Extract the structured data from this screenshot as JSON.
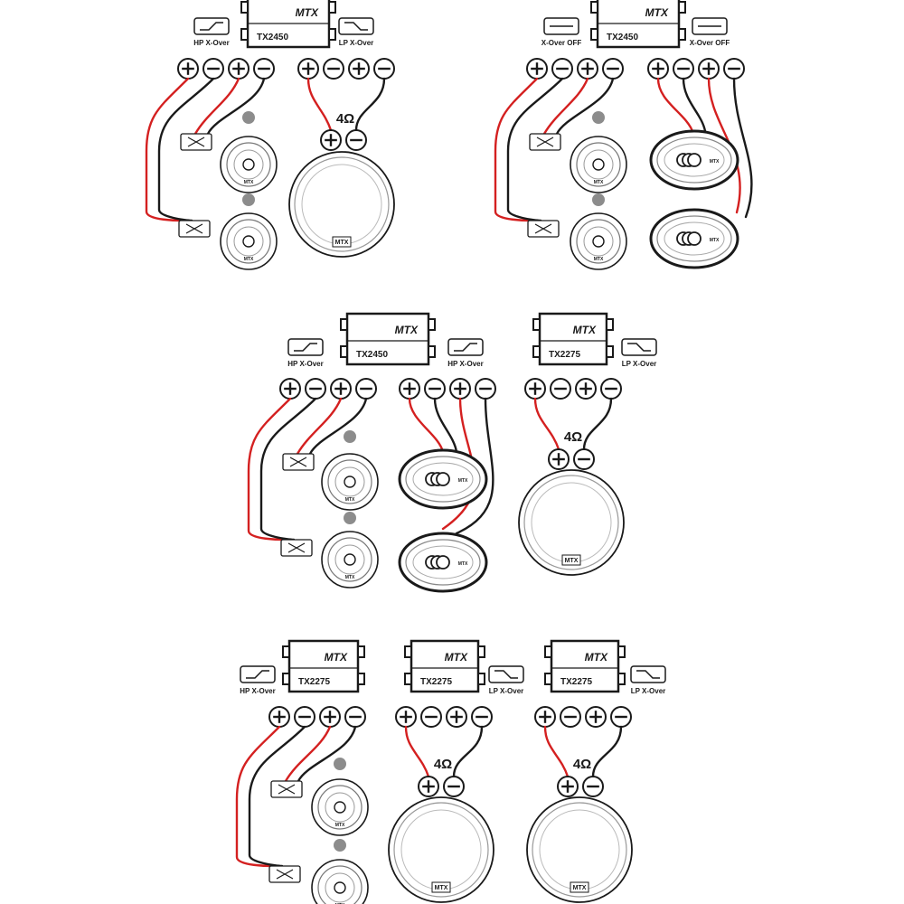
{
  "colors": {
    "ink": "#1a1a1a",
    "red_wire": "#d42020",
    "grey_dot": "#8c8c8c",
    "paper": "#ffffff"
  },
  "amp_brand": "MTX",
  "speaker_brand": "MTX",
  "impedance": "4Ω",
  "panels": [
    {
      "id": "panel-1",
      "amps": [
        {
          "model": "TX2450",
          "left_label": "HP X-Over",
          "left_icon": "highpass-icon",
          "right_label": "LP X-Over",
          "right_icon": "lowpass-icon"
        }
      ],
      "load": "component-sets-plus-sub"
    },
    {
      "id": "panel-2",
      "amps": [
        {
          "model": "TX2450",
          "left_label": "X-Over OFF",
          "left_icon": "flat-icon",
          "right_label": "X-Over OFF",
          "right_icon": "flat-icon"
        }
      ],
      "load": "component-sets-plus-6x9"
    },
    {
      "id": "panel-3",
      "amps": [
        {
          "model": "TX2450",
          "left_label": "HP X-Over",
          "left_icon": "highpass-icon",
          "right_label": "HP X-Over",
          "right_icon": "highpass-icon"
        },
        {
          "model": "TX2275",
          "right_label": "LP X-Over",
          "right_icon": "lowpass-icon"
        }
      ],
      "load": "component-sets-6x9-plus-sub"
    },
    {
      "id": "panel-4",
      "amps": [
        {
          "model": "TX2275",
          "left_label": "HP X-Over",
          "left_icon": "highpass-icon"
        },
        {
          "model": "TX2275",
          "right_label": "LP X-Over",
          "right_icon": "lowpass-icon"
        },
        {
          "model": "TX2275",
          "right_label": "LP X-Over",
          "right_icon": "lowpass-icon"
        }
      ],
      "load": "component-set-plus-two-subs"
    }
  ]
}
